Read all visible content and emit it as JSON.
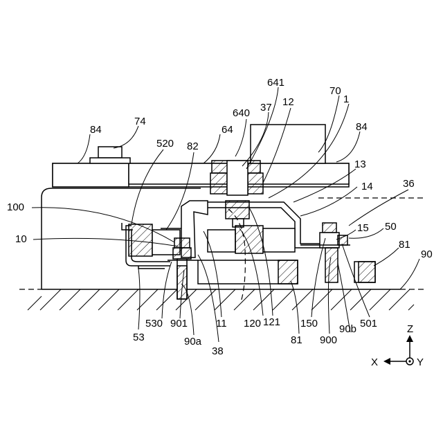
{
  "figure": {
    "labels": {
      "l641": "641",
      "l70": "70",
      "l640": "640",
      "l37": "37",
      "l12": "12",
      "l1": "1",
      "l84a": "84",
      "l74": "74",
      "l64": "64",
      "l84b": "84",
      "l520": "520",
      "l82": "82",
      "l13": "13",
      "l14": "14",
      "l36": "36",
      "l100": "100",
      "l15": "15",
      "l50": "50",
      "l10": "10",
      "l81a": "81",
      "l90": "90",
      "l53": "53",
      "l530": "530",
      "l901": "901",
      "l11": "11",
      "l120": "120",
      "l121": "121",
      "l81b": "81",
      "l150": "150",
      "l900": "900",
      "l90b": "90b",
      "l501": "501",
      "l90a": "90a",
      "l38": "38"
    },
    "axes": {
      "z": "Z",
      "x": "X",
      "y": "Y"
    }
  }
}
